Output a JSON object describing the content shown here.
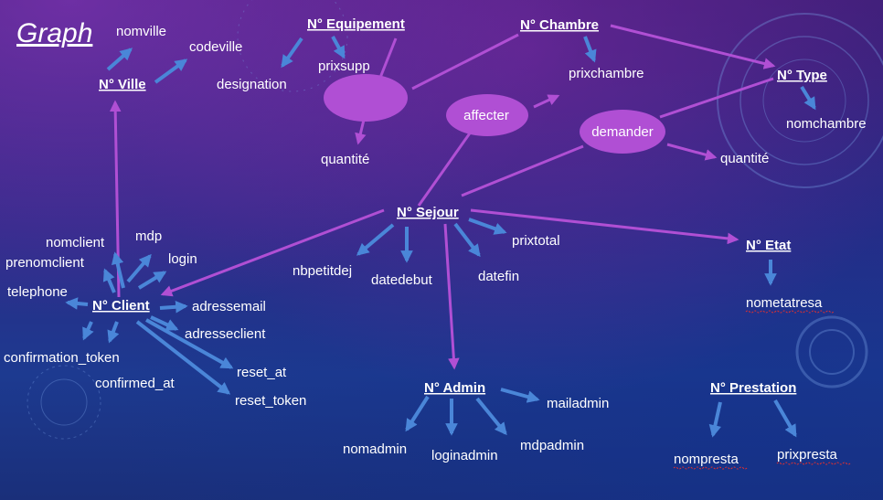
{
  "title": "Graph",
  "entities": {
    "ville": "N° Ville",
    "equipement": "N° Equipement",
    "chambre": "N° Chambre",
    "type": "N° Type",
    "sejour": "N° Sejour",
    "etat": "N° Etat",
    "client": "N° Client",
    "admin": "N° Admin",
    "prestation": "N° Prestation"
  },
  "relations": {
    "affecter": "affecter",
    "demander": "demander"
  },
  "attributes": {
    "nomville": "nomville",
    "codeville": "codeville",
    "designation": "designation",
    "prixsupp": "prixsupp",
    "quantite1": "quantité",
    "prixchambre": "prixchambre",
    "nomchambre": "nomchambre",
    "quantite2": "quantité",
    "nbpetitdej": "nbpetitdej",
    "datedebut": "datedebut",
    "datefin": "datefin",
    "prixtotal": "prixtotal",
    "nometatresa": "nometatresa",
    "nomclient": "nomclient",
    "prenomclient": "prenomclient",
    "telephone": "telephone",
    "mdp": "mdp",
    "login": "login",
    "adressemail": "adressemail",
    "adresseclient": "adresseclient",
    "confirmation_token": "confirmation_token",
    "confirmed_at": "confirmed_at",
    "reset_at": "reset_at",
    "reset_token": "reset_token",
    "nomadmin": "nomadmin",
    "loginadmin": "loginadmin",
    "mdpadmin": "mdpadmin",
    "mailadmin": "mailadmin",
    "nompresta": "nompresta",
    "prixpresta": "prixpresta"
  },
  "colors": {
    "attribute_arrow": "#4a86d8",
    "link_arrow": "#b04fd4",
    "relation_fill": "#b04fd4",
    "text": "#ffffff",
    "spellcheck_underline": "#e03030"
  }
}
